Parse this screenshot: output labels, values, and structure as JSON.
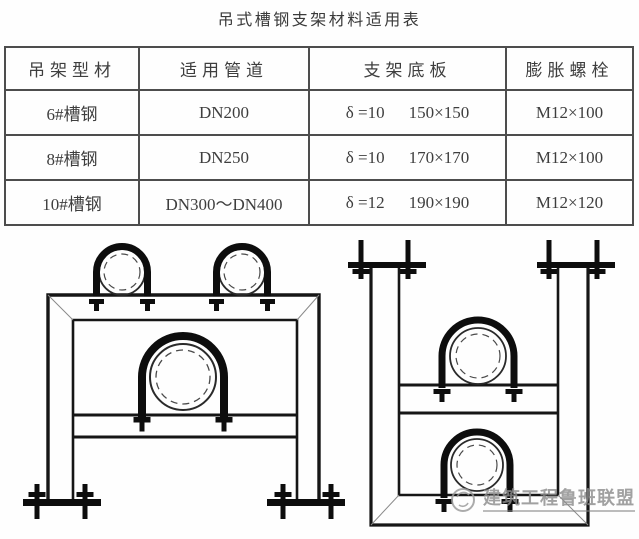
{
  "title": "吊式槽钢支架材料适用表",
  "table": {
    "headers": [
      "吊架型材",
      "适用管道",
      "支架底板",
      "膨胀螺栓"
    ],
    "rows": [
      {
        "profile": "6#槽钢",
        "pipe": "DN200",
        "plate_thickness": "δ =10",
        "plate_size": "150×150",
        "bolt": "M12×100"
      },
      {
        "profile": "8#槽钢",
        "pipe": "DN250",
        "plate_thickness": "δ =10",
        "plate_size": "170×170",
        "bolt": "M12×100"
      },
      {
        "profile": "10#槽钢",
        "pipe": "DN300～DN400",
        "plate_thickness": "δ =12",
        "plate_size": "190×190",
        "bolt": "M12×120"
      }
    ]
  },
  "diagrams": {
    "left": {
      "description": "floor-mounted channel steel pipe support with two small pipes on top and one large pipe below, anchor-bolted base plates"
    },
    "right": {
      "description": "ceiling-hung channel steel trapeze support with two stacked pipes, anchor-bolted to ceiling"
    }
  },
  "watermark": {
    "logo_icon": "luban-swirl-logo-icon",
    "text": "建筑工程鲁班联盟",
    "color": "#8d8d8d"
  },
  "colors": {
    "background": "#fefefe",
    "table_border": "#4d4d4d",
    "text": "#3e3e3e",
    "drawing_line": "#161616"
  }
}
